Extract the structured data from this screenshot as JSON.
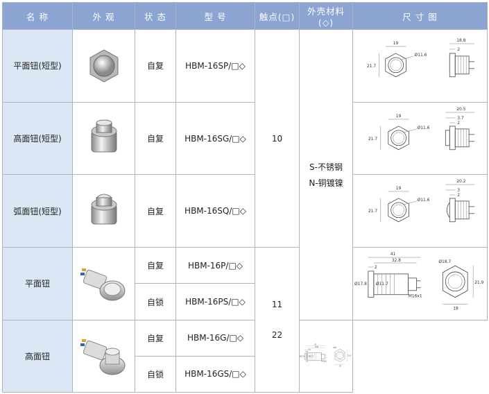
{
  "headers": [
    "名 称",
    "外 观",
    "状 态",
    "型 号",
    "触点(□)",
    "外壳材料(◇)",
    "尺 寸 图"
  ],
  "rows": [
    {
      "name": "平面钮(短型)",
      "state": "自复",
      "model": "HBM-16SP/□◇",
      "dims": {
        "w": "19",
        "h": "21.7",
        "dia": "Ø11.6",
        "d1": "18.8",
        "d2": "2"
      }
    },
    {
      "name": "高面钮(短型)",
      "state": "自复",
      "model": "HBM-16SG/□◇",
      "dims": {
        "w": "19",
        "h": "21.7",
        "dia": "Ø11.6",
        "d1": "20.5",
        "d2": "3.7",
        "d3": "2"
      }
    },
    {
      "name": "弧面钮(短型)",
      "state": "自复",
      "model": "HBM-16SQ/□◇",
      "dims": {
        "w": "19",
        "h": "21.7",
        "dia": "Ø11.6",
        "d1": "20.2",
        "d2": "3",
        "d3": "2"
      }
    },
    {
      "name": "平面钮",
      "state1": "自复",
      "model1": "HBM-16P/□◇",
      "state2": "自锁",
      "model2": "HBM-16PS/□◇",
      "dims": {
        "len": "41",
        "len2": "32.8",
        "len3": "2",
        "dia": "Ø17.8",
        "dia2": "Ø11.7",
        "thread": "M16x1",
        "hd": "Ø18.7",
        "w": "18",
        "h": "21.9"
      }
    },
    {
      "name": "高面钮",
      "state1": "自复",
      "model1": "HBM-16G/□◇",
      "state2": "自锁",
      "model2": "HBM-16GS/□◇",
      "dims": {
        "len": "41",
        "len2": "32.8",
        "len3": "4.5",
        "dia": "Ø17.8",
        "dia2": "Ø11.7",
        "thread": "M16x1",
        "hd": "Ø17",
        "w": "18",
        "h": "21.9"
      }
    }
  ],
  "contacts": {
    "main": "10",
    "a": "11",
    "b": "22"
  },
  "material": {
    "line1": "S-不锈钢",
    "line2": "N-铜镀镍"
  }
}
